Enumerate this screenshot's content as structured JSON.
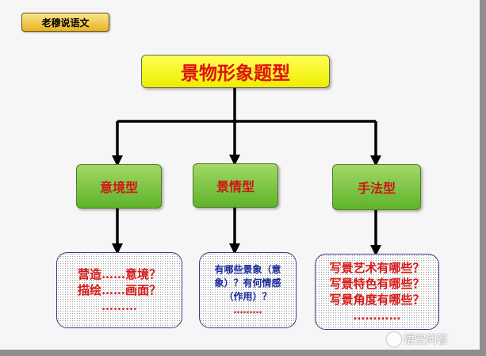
{
  "tag": "老穆说语文",
  "root": "景物形象题型",
  "categories": [
    {
      "title": "意境型",
      "lines": [
        "营造……意境？",
        "描绘……画面？",
        "………"
      ]
    },
    {
      "title": "景情型",
      "lines": [
        "有哪些景象（意",
        "象）？有何情感",
        "（作用）？",
        "………"
      ]
    },
    {
      "title": "手法型",
      "lines": [
        "写景艺术有哪些？",
        "写景特色有哪些？",
        "写景角度有哪些？",
        "…………"
      ]
    }
  ],
  "watermark": "悟空问答"
}
